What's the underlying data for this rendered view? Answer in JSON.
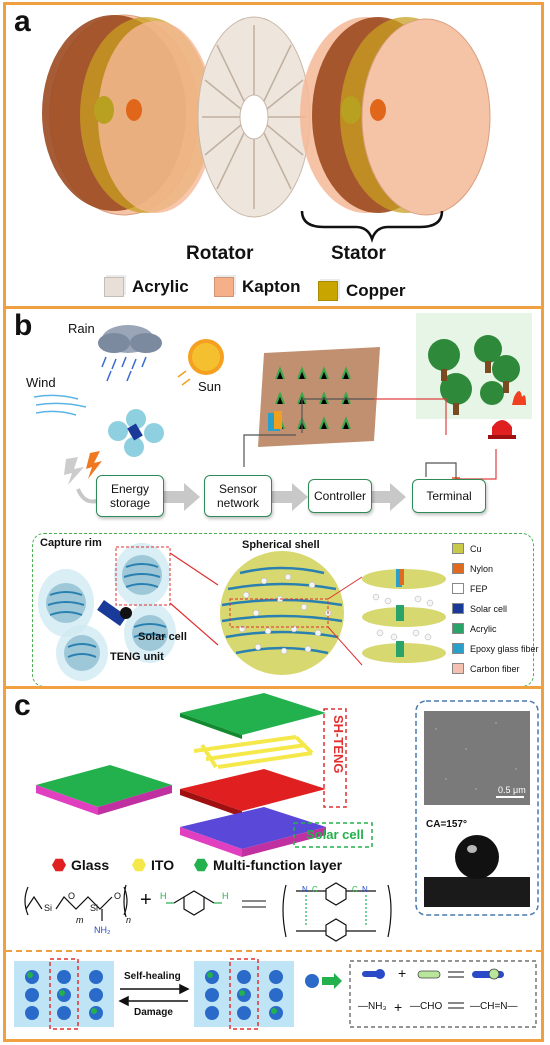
{
  "panel_a": {
    "label": "a",
    "rotator_label": "Rotator",
    "stator_label": "Stator",
    "legend": [
      {
        "name": "Acrylic",
        "color": "#e8e0d8"
      },
      {
        "name": "Kapton",
        "color": "#f5b08a"
      },
      {
        "name": "Copper",
        "color": "#c9a500"
      }
    ]
  },
  "panel_b": {
    "label": "b",
    "weather": {
      "rain": "Rain",
      "wind": "Wind",
      "sun": "Sun"
    },
    "flow": [
      "Energy storage",
      "Sensor network",
      "Controller",
      "Terminal"
    ],
    "parts": {
      "capture_rim": "Capture rim",
      "spherical_shell": "Spherical shell",
      "solar_cell": "Solar cell",
      "teng_unit": "TENG unit"
    },
    "materials": [
      {
        "name": "Cu",
        "color": "#c8c84a"
      },
      {
        "name": "Nylon",
        "color": "#e06a1e"
      },
      {
        "name": "FEP",
        "color": "#ffffff"
      },
      {
        "name": "Solar cell",
        "color": "#1a3a9a"
      },
      {
        "name": "Acrylic",
        "color": "#2aa36a"
      },
      {
        "name": "Epoxy glass fiber",
        "color": "#2aa0c8"
      },
      {
        "name": "Carbon fiber",
        "color": "#f4c0b0"
      }
    ]
  },
  "panel_c": {
    "label": "c",
    "sh_teng": "SH-TENG",
    "solar_cell": "Solar cell",
    "legend": [
      {
        "name": "Glass",
        "color": "#e02020"
      },
      {
        "name": "ITO",
        "color": "#f5e84a"
      },
      {
        "name": "Multi-function layer",
        "color": "#22b14c"
      }
    ],
    "scale_bar": "0.5 μm",
    "contact_angle": "CA=157°",
    "chem": {
      "m": "m",
      "n": "n",
      "nh2": "NH₂",
      "si": "Si",
      "o": "O",
      "h": "H",
      "c": "C",
      "n_atom": "N"
    },
    "self_healing": "Self-healing",
    "damage": "Damage",
    "reaction": {
      "nh3": "—NH₃",
      "cho": "—CHO",
      "chn": "—CH=N—",
      "plus": "+"
    }
  }
}
